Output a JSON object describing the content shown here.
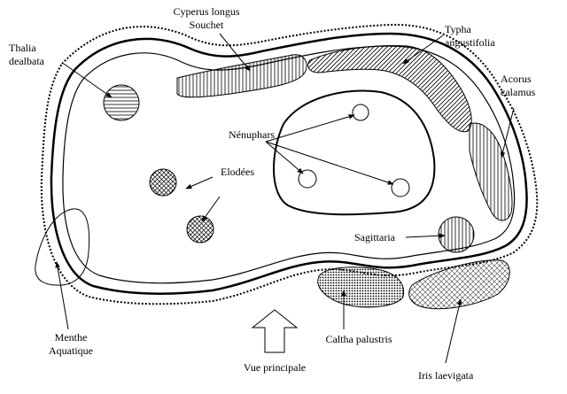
{
  "labels": {
    "cyperus": [
      "Cyperus longus",
      "Souchet"
    ],
    "thalia": [
      "Thalia",
      "dealbata"
    ],
    "typha": [
      "Typha",
      "angustifolia"
    ],
    "acorus": [
      "Acorus",
      "calamus"
    ],
    "nenuphars": "Nénuphars",
    "elodees": "Elodées",
    "sagittaria": "Sagittaria",
    "menthe": [
      "Menthe",
      "Aquatique"
    ],
    "vue": "Vue principale",
    "caltha": "Caltha palustris",
    "iris": "Iris laevigata"
  },
  "colors": {
    "ink": "#000000",
    "paper": "#ffffff"
  }
}
